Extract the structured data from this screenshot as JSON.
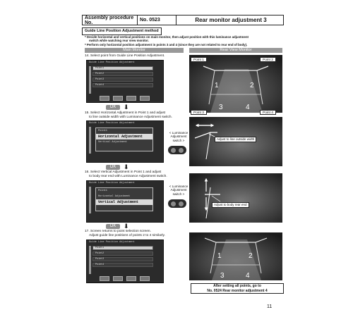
{
  "header": {
    "label": "Assembly procedure No.",
    "number": "No. 0523",
    "title": "Rear monitor adjustment 3"
  },
  "section_title": "Guide Line Position Adjustment method",
  "notes": [
    "* Decide horizontal and vertical positions on main monitor, then adjust position with this luminance adjustment",
    "  switch while watching rear view monitor.",
    "* Perform only horizontal position adjustment in points 3 and 4 (since they are not related to rear end of body)."
  ],
  "columns": {
    "main": "Main Monitor",
    "rear": "Rear View Monitor"
  },
  "steps": {
    "s14": "14. Select point from Guide Line Position Adjustment.",
    "s15a": "15. Select Horizontal Adjustment in Point 1 and adjust",
    "s15b": "to line outside width with Luminance Adjustment switch.",
    "s16a": "16. Select Vertical Adjustment in Point 1 and adjust",
    "s16b": "to body rear end with Luminance Adjustment switch.",
    "s17a": "17. Screen returns to point selection screen.",
    "s17b": "Adjust guide line positions of points 2 to 4 similarly."
  },
  "screen": {
    "title": "Guide Line Position Adjustment",
    "points": [
      "Point1",
      "Point2",
      "Point3",
      "Point4"
    ],
    "popup1": [
      "Point1",
      "Horizontal Adjustment",
      "Vertical Adjustment"
    ],
    "popup2": [
      "Point1",
      "Horizontal Adjustment",
      "Vertical Adjustment"
    ]
  },
  "ok_label": "OK",
  "luminance": [
    "< Luminance",
    "Adjustment",
    "switch >"
  ],
  "rear": {
    "p1": "Point 1",
    "p2": "Point 2",
    "p3": "Point 3",
    "p4": "Point 4",
    "n1": "1",
    "n2": "2",
    "n3": "3",
    "n4": "4",
    "callout_h": "Adjust to line outside width",
    "callout_v": "Adjust to body rear end"
  },
  "final_note": [
    "After setting all points, go to",
    "No. 0524 Rear monitor adjustment 4"
  ],
  "page_number": "11"
}
